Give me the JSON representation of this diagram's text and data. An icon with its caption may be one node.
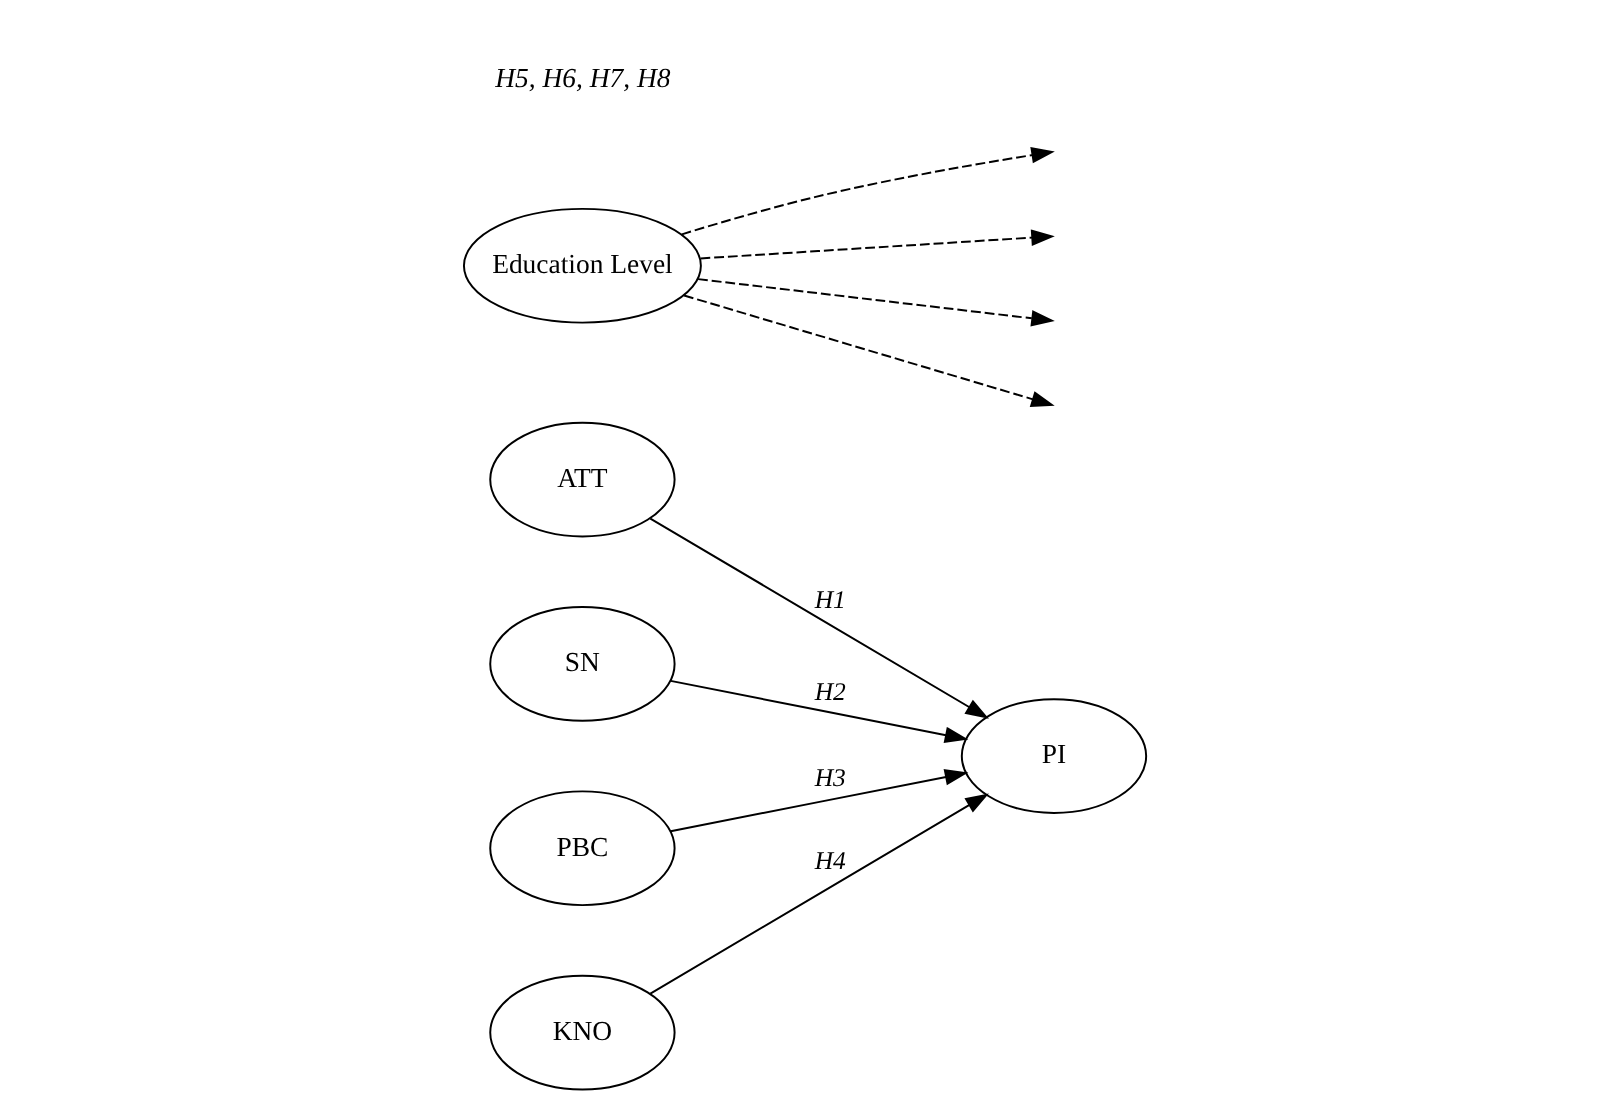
{
  "diagram": {
    "nodes": [
      {
        "text": [
          "ATT"
        ]
      },
      {
        "text": [
          "SN"
        ]
      },
      {
        "text": [
          "PBC"
        ]
      },
      {
        "text": [
          "KNO"
        ]
      },
      {
        "text": [
          "PI"
        ]
      },
      {
        "text": [
          "Education Level"
        ]
      }
    ],
    "edges": [
      {
        "from": 0,
        "to": 4,
        "arrow": "to",
        "label": "H1"
      },
      {
        "from": 1,
        "to": 4,
        "arrow": "to",
        "label": "H2"
      },
      {
        "from": 2,
        "to": 4,
        "arrow": "to",
        "label": "H3"
      },
      {
        "from": 3,
        "to": 4,
        "arrow": "to",
        "label": "H4"
      },
      {
        "from": 5,
        "to": null,
        "arrow": "to",
        "style": "dashed"
      },
      {
        "from": 5,
        "to": null,
        "arrow": "to",
        "style": "dashed"
      },
      {
        "from": 5,
        "to": null,
        "arrow": "to",
        "style": "dashed"
      },
      {
        "from": 5,
        "to": null,
        "arrow": "to",
        "style": "dashed"
      }
    ],
    "labels": [
      "H5, H6, H7, H8"
    ]
  }
}
